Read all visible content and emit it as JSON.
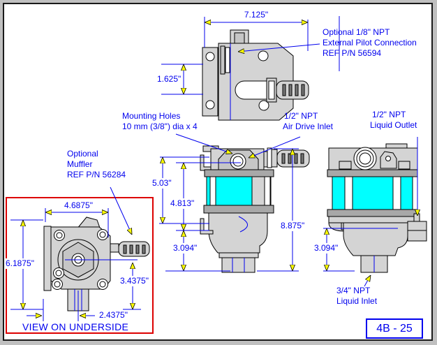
{
  "page": {
    "ref_label": "4B - 25"
  },
  "colors": {
    "annotation_blue": "#0000ee",
    "arrow_yellow": "#ffff00",
    "view_box_red": "#dd0000",
    "cylinder_cyan": "#00ffff",
    "body_gray_light": "#d4d4d4",
    "body_gray_band": "#a8a8a8",
    "frame_gray": "#c0c0c0"
  },
  "annotations": {
    "pilot": {
      "line1": "Optional 1/8\" NPT",
      "line2": "External Pilot Connection",
      "line3": "REF P/N 56594"
    },
    "mounting": {
      "line1": "Mounting Holes",
      "line2": "10 mm (3/8\") dia x 4"
    },
    "air_inlet": {
      "line1": "1/2\" NPT",
      "line2": "Air Drive Inlet"
    },
    "liquid_outlet": {
      "line1": "1/2\" NPT",
      "line2": "Liquid Outlet"
    },
    "muffler": {
      "line1": "Optional",
      "line2": "Muffler",
      "line3": "REF P/N 56284"
    },
    "liquid_inlet": {
      "line1": "3/4\" NPT",
      "line2": "Liquid Inlet"
    },
    "underside_caption": "VIEW ON UNDERSIDE"
  },
  "dimensions": {
    "top_width": "7.125\"",
    "top_height": "1.625\"",
    "front_upper": "5.03\"",
    "front_mid": "4.813\"",
    "front_lower": "3.094\"",
    "front_total": "8.875\"",
    "side_lower": "3.094\"",
    "under_width": "4.6875\"",
    "under_height": "6.1875\"",
    "under_right": "3.4375\"",
    "under_bottom": "2.4375\""
  }
}
